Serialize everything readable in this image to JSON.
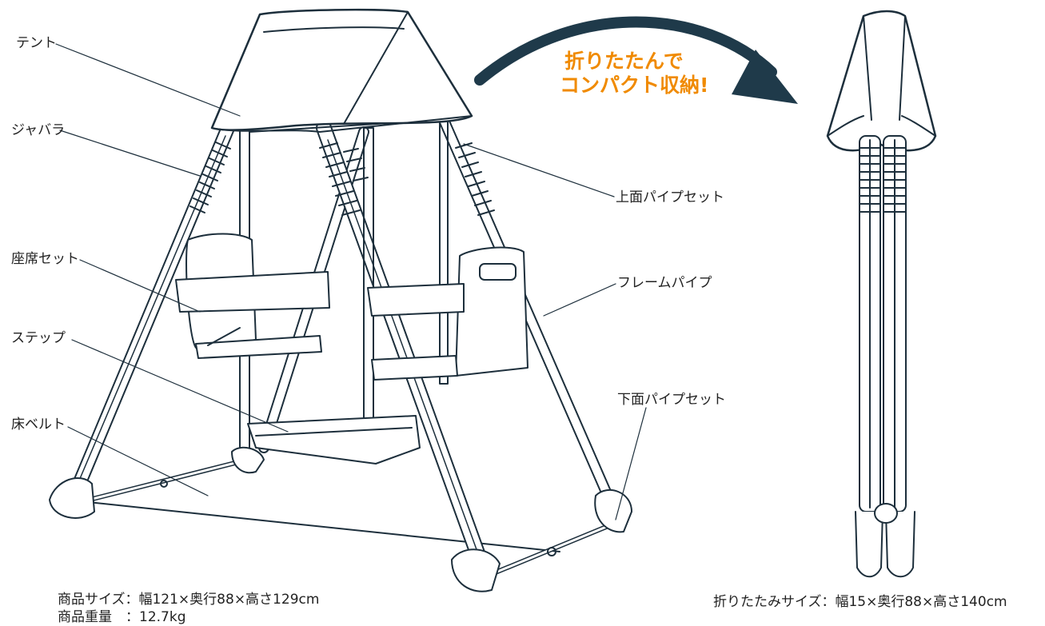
{
  "labels": {
    "tent": "テント",
    "bellows": "ジャバラ",
    "top_pipe_set": "上面パイプセット",
    "seat_set": "座席セット",
    "frame_pipe": "フレームパイプ",
    "step": "ステップ",
    "bottom_pipe_set": "下面パイプセット",
    "floor_belt": "床ベルト"
  },
  "promo": {
    "line1": "折りたたんで",
    "line2": "コンパクト収納!"
  },
  "specs": {
    "size": "商品サイズ：幅121×奥行88×高さ129cm",
    "weight": "商品重量　：12.7kg",
    "folded_size": "折りたたみサイズ：幅15×奥行88×高さ140cm"
  },
  "colors": {
    "line": "#1d2f3c",
    "arrow": "#1f3a4a",
    "promo": "#f08a00"
  }
}
